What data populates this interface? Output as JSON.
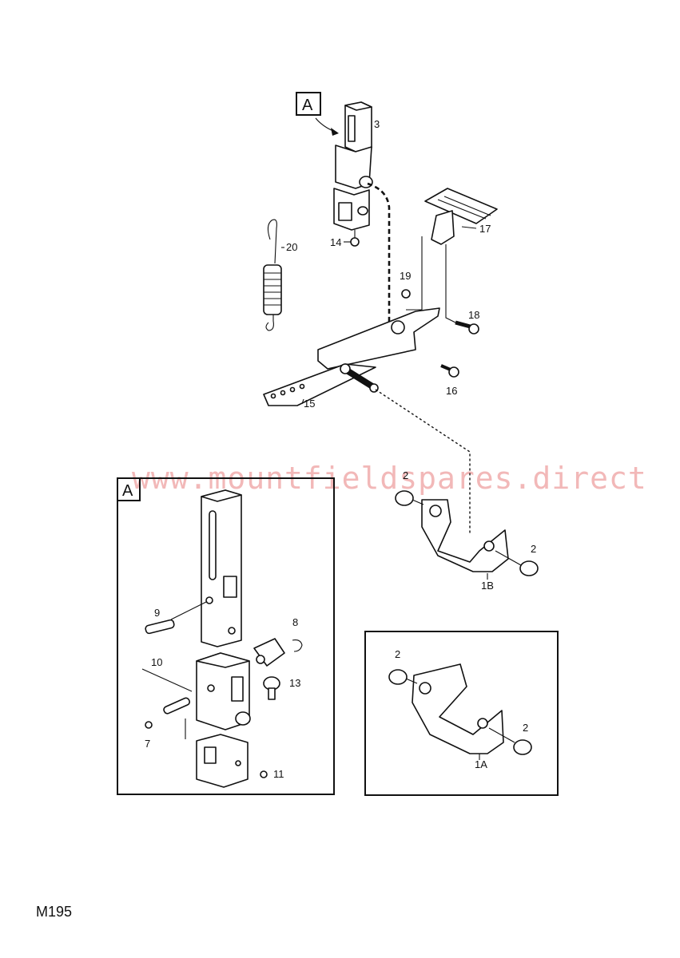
{
  "watermark": "www.mountfieldspares.direct",
  "drawing_code": "M195",
  "callouts": {
    "detail_tag_top": "A",
    "detail_tag_box": "A",
    "p3": "3",
    "p14": "14",
    "p20": "20",
    "p17": "17",
    "p19": "19",
    "p18": "18",
    "p16": "16",
    "p15": "15",
    "p2_upper": "2",
    "p2_right": "2",
    "p1B": "1B",
    "p9": "9",
    "p8": "8",
    "p10": "10",
    "p13": "13",
    "p7": "7",
    "p11": "11",
    "p2_inset_left": "2",
    "p2_inset_right": "2",
    "p1A": "1A"
  }
}
